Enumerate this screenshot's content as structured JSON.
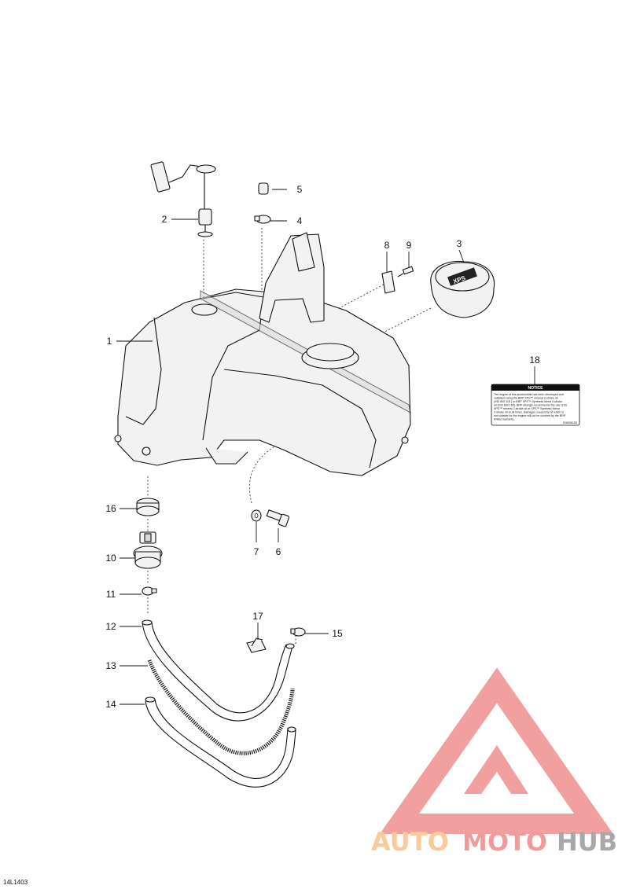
{
  "figure_code": "14L1403",
  "parts": [
    {
      "id": "1",
      "label": "1"
    },
    {
      "id": "2",
      "label": "2"
    },
    {
      "id": "3",
      "label": "3"
    },
    {
      "id": "4",
      "label": "4"
    },
    {
      "id": "5",
      "label": "5"
    },
    {
      "id": "6",
      "label": "6"
    },
    {
      "id": "7",
      "label": "7"
    },
    {
      "id": "8",
      "label": "8"
    },
    {
      "id": "9",
      "label": "9"
    },
    {
      "id": "10",
      "label": "10"
    },
    {
      "id": "11",
      "label": "11"
    },
    {
      "id": "12",
      "label": "12"
    },
    {
      "id": "13",
      "label": "13"
    },
    {
      "id": "14",
      "label": "14"
    },
    {
      "id": "15",
      "label": "15"
    },
    {
      "id": "16",
      "label": "16"
    },
    {
      "id": "17",
      "label": "17"
    },
    {
      "id": "18",
      "label": "18"
    }
  ],
  "cap_logo_text": "XPS",
  "notice_label": {
    "heading": "NOTICE",
    "lines": [
      "The engine of this snowmobile has been developed and",
      "validated using the BRP XPS™ mineral 2-stroke oil",
      "(293 600 118 ) or BRP XPS™ Synthetic blend 2-stroke",
      "oil (293 600 165). BRP strongly recommends the use of its",
      "XPS™ mineral 2-stroke oil or XPS™ Synthetic blend",
      "2-stroke oil at all times. Damages caused by oil which is",
      "not suitable for the engine will not be covered by the BRP",
      "limited warranty."
    ],
    "part_code": "516006155"
  },
  "watermark": {
    "auto": "AUTO",
    "moto": "MOTO",
    "hub": "HUB",
    "color_red": "#ee8a8a",
    "color_orange": "#f6c28a",
    "color_grey": "#9a9a9a"
  }
}
